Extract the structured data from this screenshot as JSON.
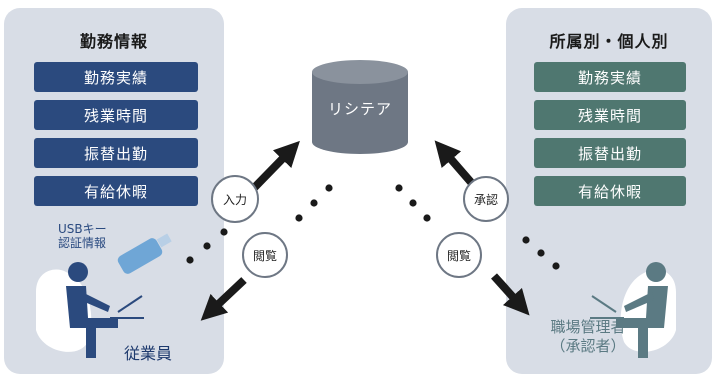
{
  "left_panel": {
    "title": "勤務情報",
    "items": [
      "勤務実績",
      "残業時間",
      "振替出勤",
      "有給休暇"
    ],
    "usb_label_line1": "USBキー",
    "usb_label_line2": "認証情報",
    "person_label": "従業員"
  },
  "right_panel": {
    "title": "所属別・個人別",
    "items": [
      "勤務実績",
      "残業時間",
      "振替出勤",
      "有給休暇"
    ],
    "person_label_line1": "職場管理者",
    "person_label_line2": "（承認者）"
  },
  "database": {
    "label": "リシテア"
  },
  "actions": {
    "input": "入力",
    "view_left": "閲覧",
    "approve": "承認",
    "view_right": "閲覧"
  },
  "colors": {
    "left_item_bg": "#2b4a7e",
    "right_item_bg": "#4f7770",
    "panel_bg": "#d8dde6",
    "database": "#6e7784",
    "arrow": "#1a1a1a",
    "person_left": "#2b4a7e",
    "person_right": "#5b7a83"
  },
  "icons": [
    "database-icon",
    "usb-key-icon",
    "laptop-icon",
    "chair-icon",
    "person-icon"
  ]
}
